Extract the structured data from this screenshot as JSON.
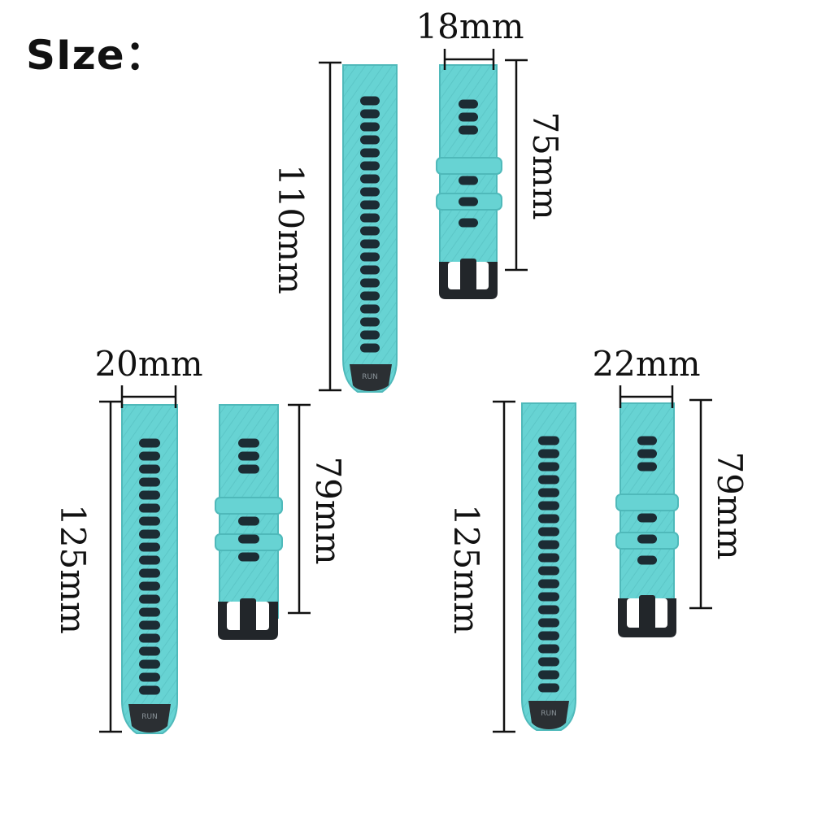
{
  "title": "SIze：",
  "colors": {
    "strap": "#67d3d3",
    "strap_edge": "#4fb9ba",
    "holes": "#1c2c34",
    "buckle": "#22262a",
    "tip": "#2b2f33",
    "line": "#111111"
  },
  "bands": [
    {
      "width_label": "18mm",
      "long_label": "110mm",
      "short_label": "75mm",
      "tip_text": "RUN"
    },
    {
      "width_label": "20mm",
      "long_label": "125mm",
      "short_label": "79mm",
      "tip_text": "RUN"
    },
    {
      "width_label": "22mm",
      "long_label": "125mm",
      "short_label": "79mm",
      "tip_text": "RUN"
    }
  ]
}
